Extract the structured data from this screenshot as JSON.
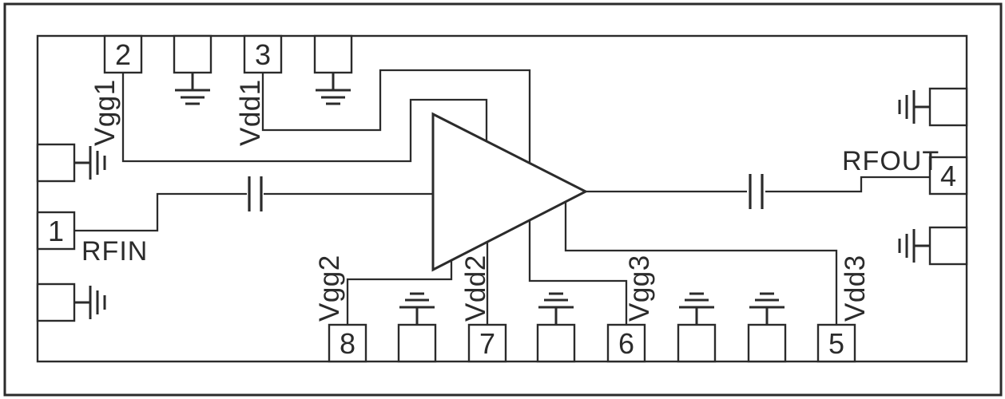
{
  "schematic": {
    "colors": {
      "line": "#2b2b2b",
      "background": "#ffffff"
    },
    "pin_numbers": {
      "pin1": "1",
      "pin2": "2",
      "pin3": "3",
      "pin4": "4",
      "pin5": "5",
      "pin6": "6",
      "pin7": "7",
      "pin8": "8"
    },
    "labels": {
      "rfin": "RFIN",
      "rfout": "RFOUT",
      "vgg1": "Vgg1",
      "vdd1": "Vdd1",
      "vgg2": "Vgg2",
      "vdd2": "Vdd2",
      "vgg3": "Vgg3",
      "vdd3": "Vdd3"
    }
  }
}
